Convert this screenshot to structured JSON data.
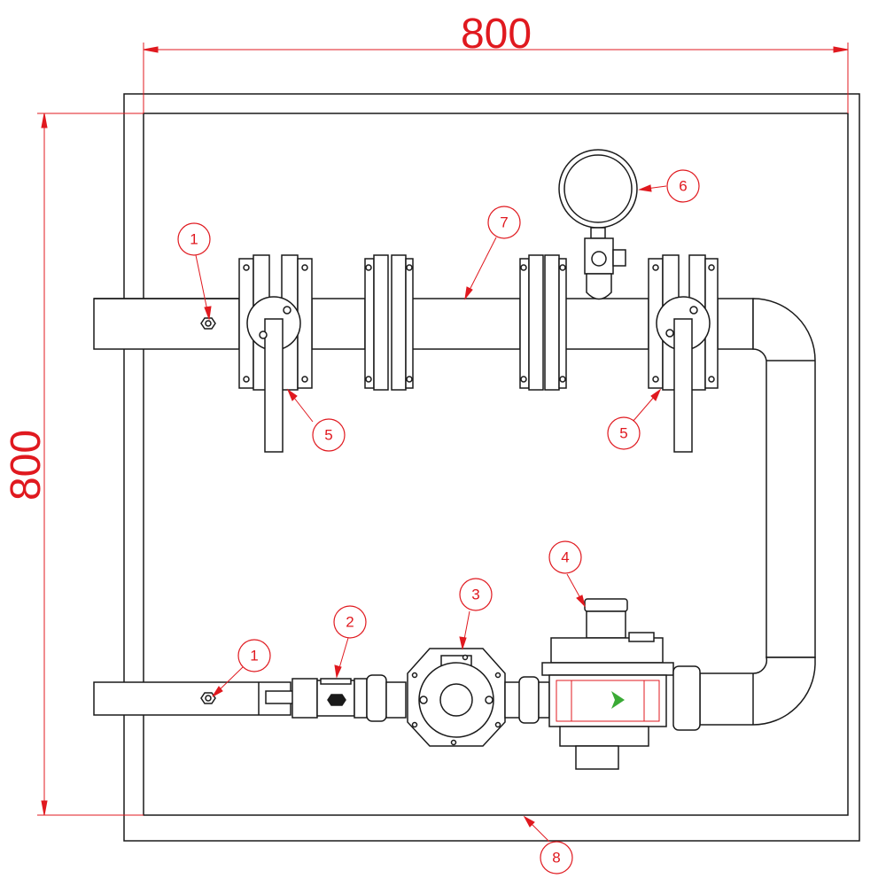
{
  "dimensions": {
    "width_label": "800",
    "height_label": "800"
  },
  "callouts": {
    "c1a": "1",
    "c1b": "1",
    "c2": "2",
    "c3": "3",
    "c4": "4",
    "c5a": "5",
    "c5b": "5",
    "c6": "6",
    "c7": "7",
    "c8": "8"
  },
  "colors": {
    "line": "#1a1a1a",
    "dimension": "#e0191f",
    "arrow_green": "#3aaa35"
  }
}
